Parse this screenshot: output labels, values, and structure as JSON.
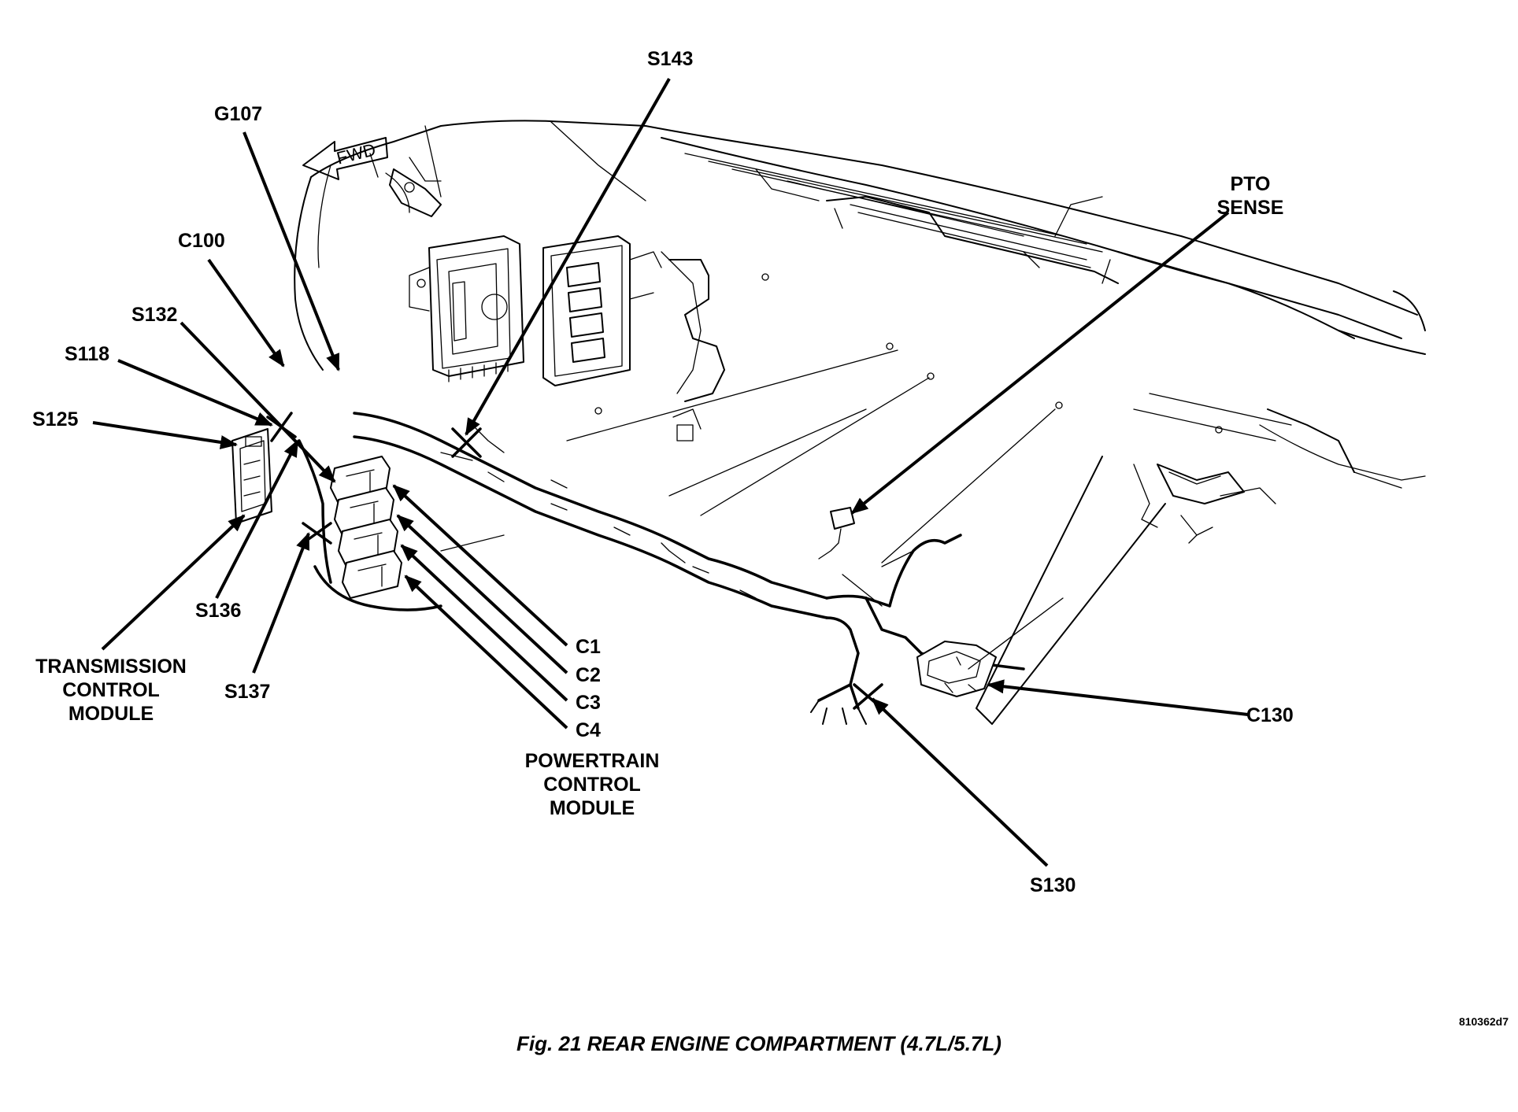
{
  "figure": {
    "caption": "Fig. 21 REAR ENGINE COMPARTMENT (4.7L/5.7L)",
    "reference_code": "810362d7",
    "direction_marker": "FWD"
  },
  "callouts": {
    "s143": "S143",
    "g107": "G107",
    "c100": "C100",
    "s132": "S132",
    "s118": "S118",
    "s125": "S125",
    "pto_line1": "PTO",
    "pto_line2": "SENSE",
    "c1": "C1",
    "c2": "C2",
    "c3": "C3",
    "c4": "C4",
    "s136": "S136",
    "s137": "S137",
    "tcm_line1": "TRANSMISSION",
    "tcm_line2": "CONTROL",
    "tcm_line3": "MODULE",
    "pcm_line1": "POWERTRAIN",
    "pcm_line2": "CONTROL",
    "pcm_line3": "MODULE",
    "c130": "C130",
    "s130": "S130"
  },
  "colors": {
    "ink": "#000000",
    "paper": "#ffffff"
  }
}
